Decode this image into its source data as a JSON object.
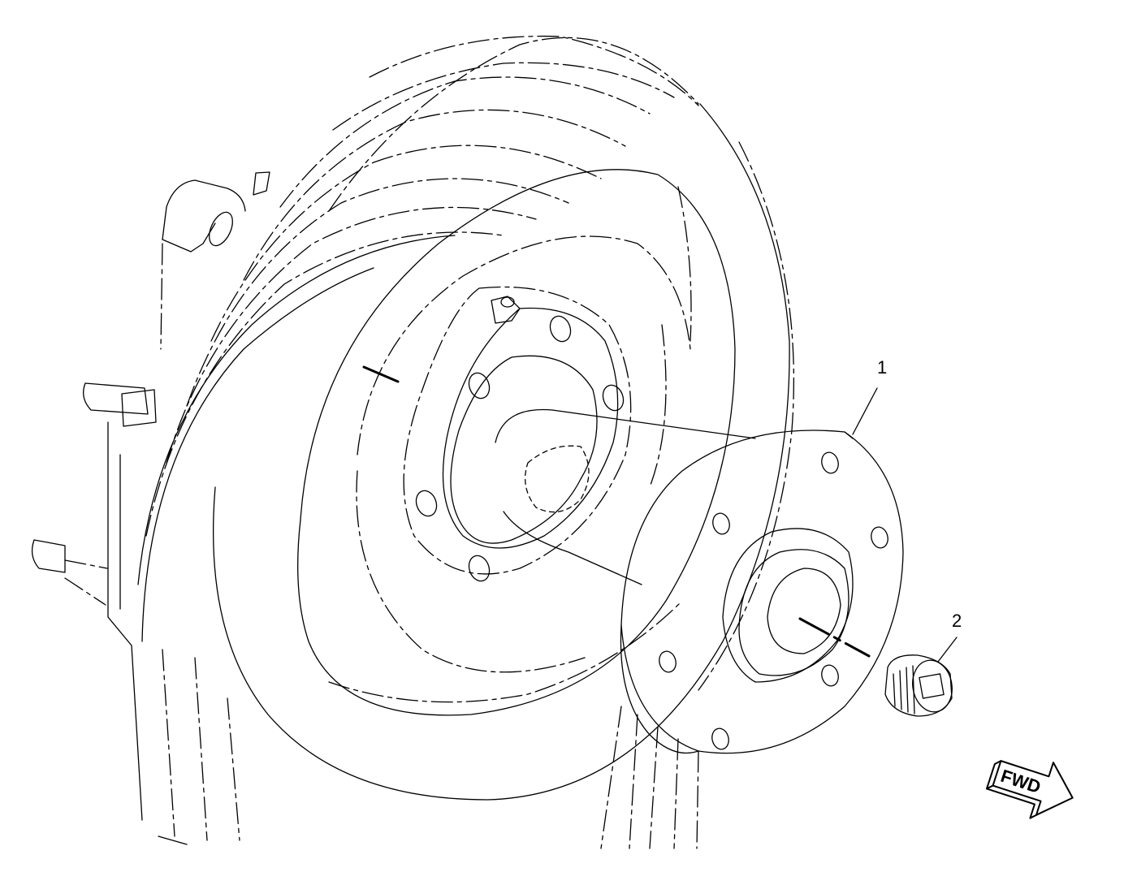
{
  "callouts": [
    {
      "id": "1",
      "label": "1"
    },
    {
      "id": "2",
      "label": "2"
    }
  ],
  "fwd_arrow": {
    "label": "FWD",
    "icon": "fwd-direction-arrow-icon"
  },
  "colors": {
    "line": "#000000",
    "background": "#ffffff"
  }
}
